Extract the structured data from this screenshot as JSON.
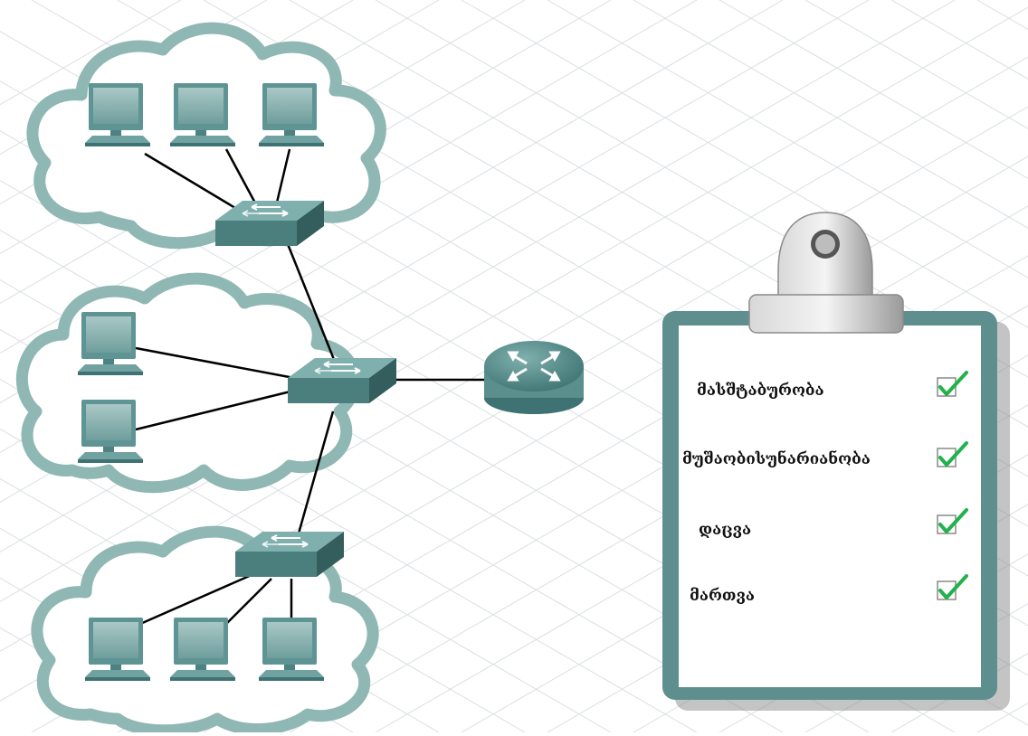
{
  "checklist": {
    "items": [
      {
        "label": "მასშტაბურობა",
        "checked": true
      },
      {
        "label": "მუშაობისუნარიანობა",
        "checked": true
      },
      {
        "label": "დაცვა",
        "checked": true
      },
      {
        "label": "მართვა",
        "checked": true
      }
    ]
  },
  "colors": {
    "cloud": "#8fb7b3",
    "device": "#5f9494",
    "device_dark": "#3f7272",
    "clipboard": "#5e8f8e",
    "check": "#22b14c",
    "grid": "#d9dfe3"
  },
  "icons": [
    "cloud-icon",
    "computer-icon",
    "switch-icon",
    "router-icon",
    "clipboard-icon",
    "checkbox-icon",
    "checkmark-icon"
  ]
}
